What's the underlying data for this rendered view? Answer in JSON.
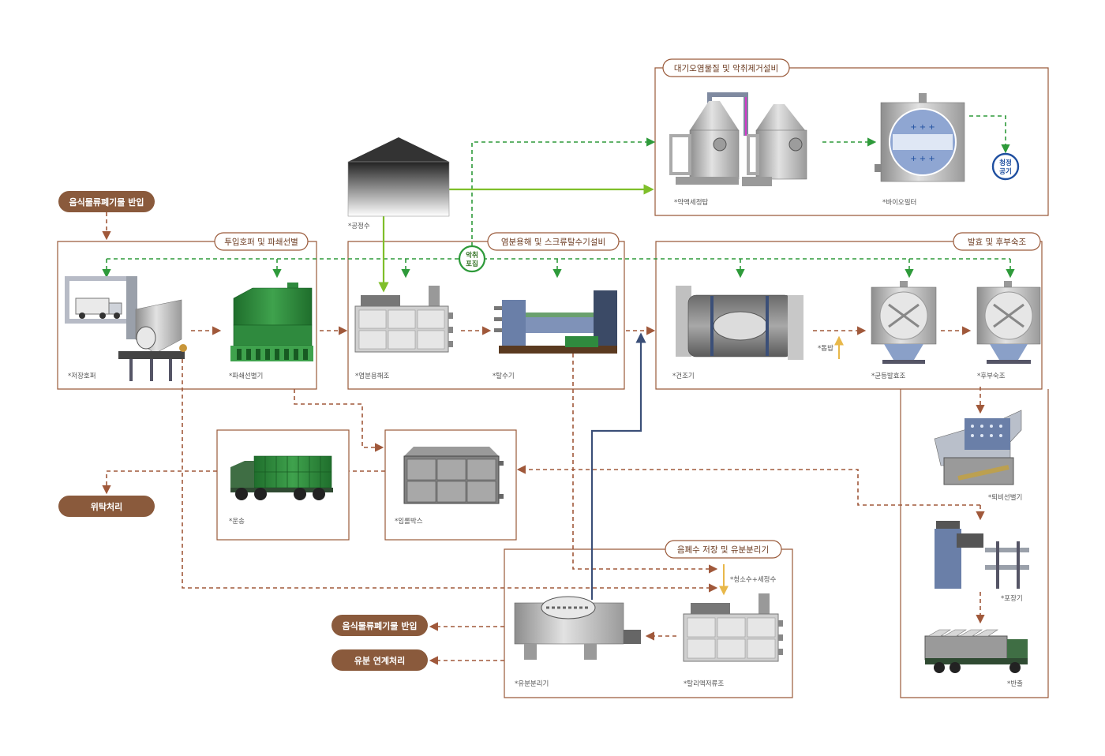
{
  "colors": {
    "frame": "#9a5a3a",
    "brown_flow": "#a0583a",
    "green_flow": "#2e9a3a",
    "lime_flow": "#7fbf2a",
    "navy_flow": "#3b4f78",
    "yellow_flow": "#e8b84a",
    "pill": "#8a5a3c",
    "equipment_green": "#2f8a3e",
    "equipment_gray": "#b8b8b8",
    "clean_air_ring": "#1f4fa0"
  },
  "pills": {
    "inbound_top": "음식물류폐기물 반입",
    "consign": "위탁처리",
    "inbound_bottom": "음식물류폐기물 반입",
    "oil_link": "유분 연계처리"
  },
  "sections": {
    "air": "대기오염물질 및 악취제거설비",
    "hopper": "투입호퍼 및 파쇄선별",
    "salt": "염분용해 및 스크류탈수기설비",
    "ferment": "발효 및 후부숙조",
    "wastewater": "음폐수 저장 및 유분분리기"
  },
  "equipment": {
    "chem_scrubber": "*약액세정탑",
    "biofilter": "*바이오필터",
    "process_water": "*공정수",
    "storage_hopper": "*저장호퍼",
    "crusher": "*파쇄선별기",
    "salt_tank": "*염분용해조",
    "dewater": "*탈수기",
    "dryer": "*건조기",
    "sawdust": "*톱밥",
    "ferment_tank": "*균등발효조",
    "post_tank": "*후부숙조",
    "compost_sorter": "*퇴비선별기",
    "packing": "*포장기",
    "outbound": "*반출",
    "transport": "*운송",
    "roll_box": "*임롤박스",
    "cleaning_water": "*청소수+세정수",
    "oil_separator": "*유분분리기",
    "leachate_tank": "*탈리액저류조"
  },
  "badges": {
    "odor_line1": "악취",
    "odor_line2": "포집",
    "clean_line1": "청정",
    "clean_line2": "공기"
  }
}
